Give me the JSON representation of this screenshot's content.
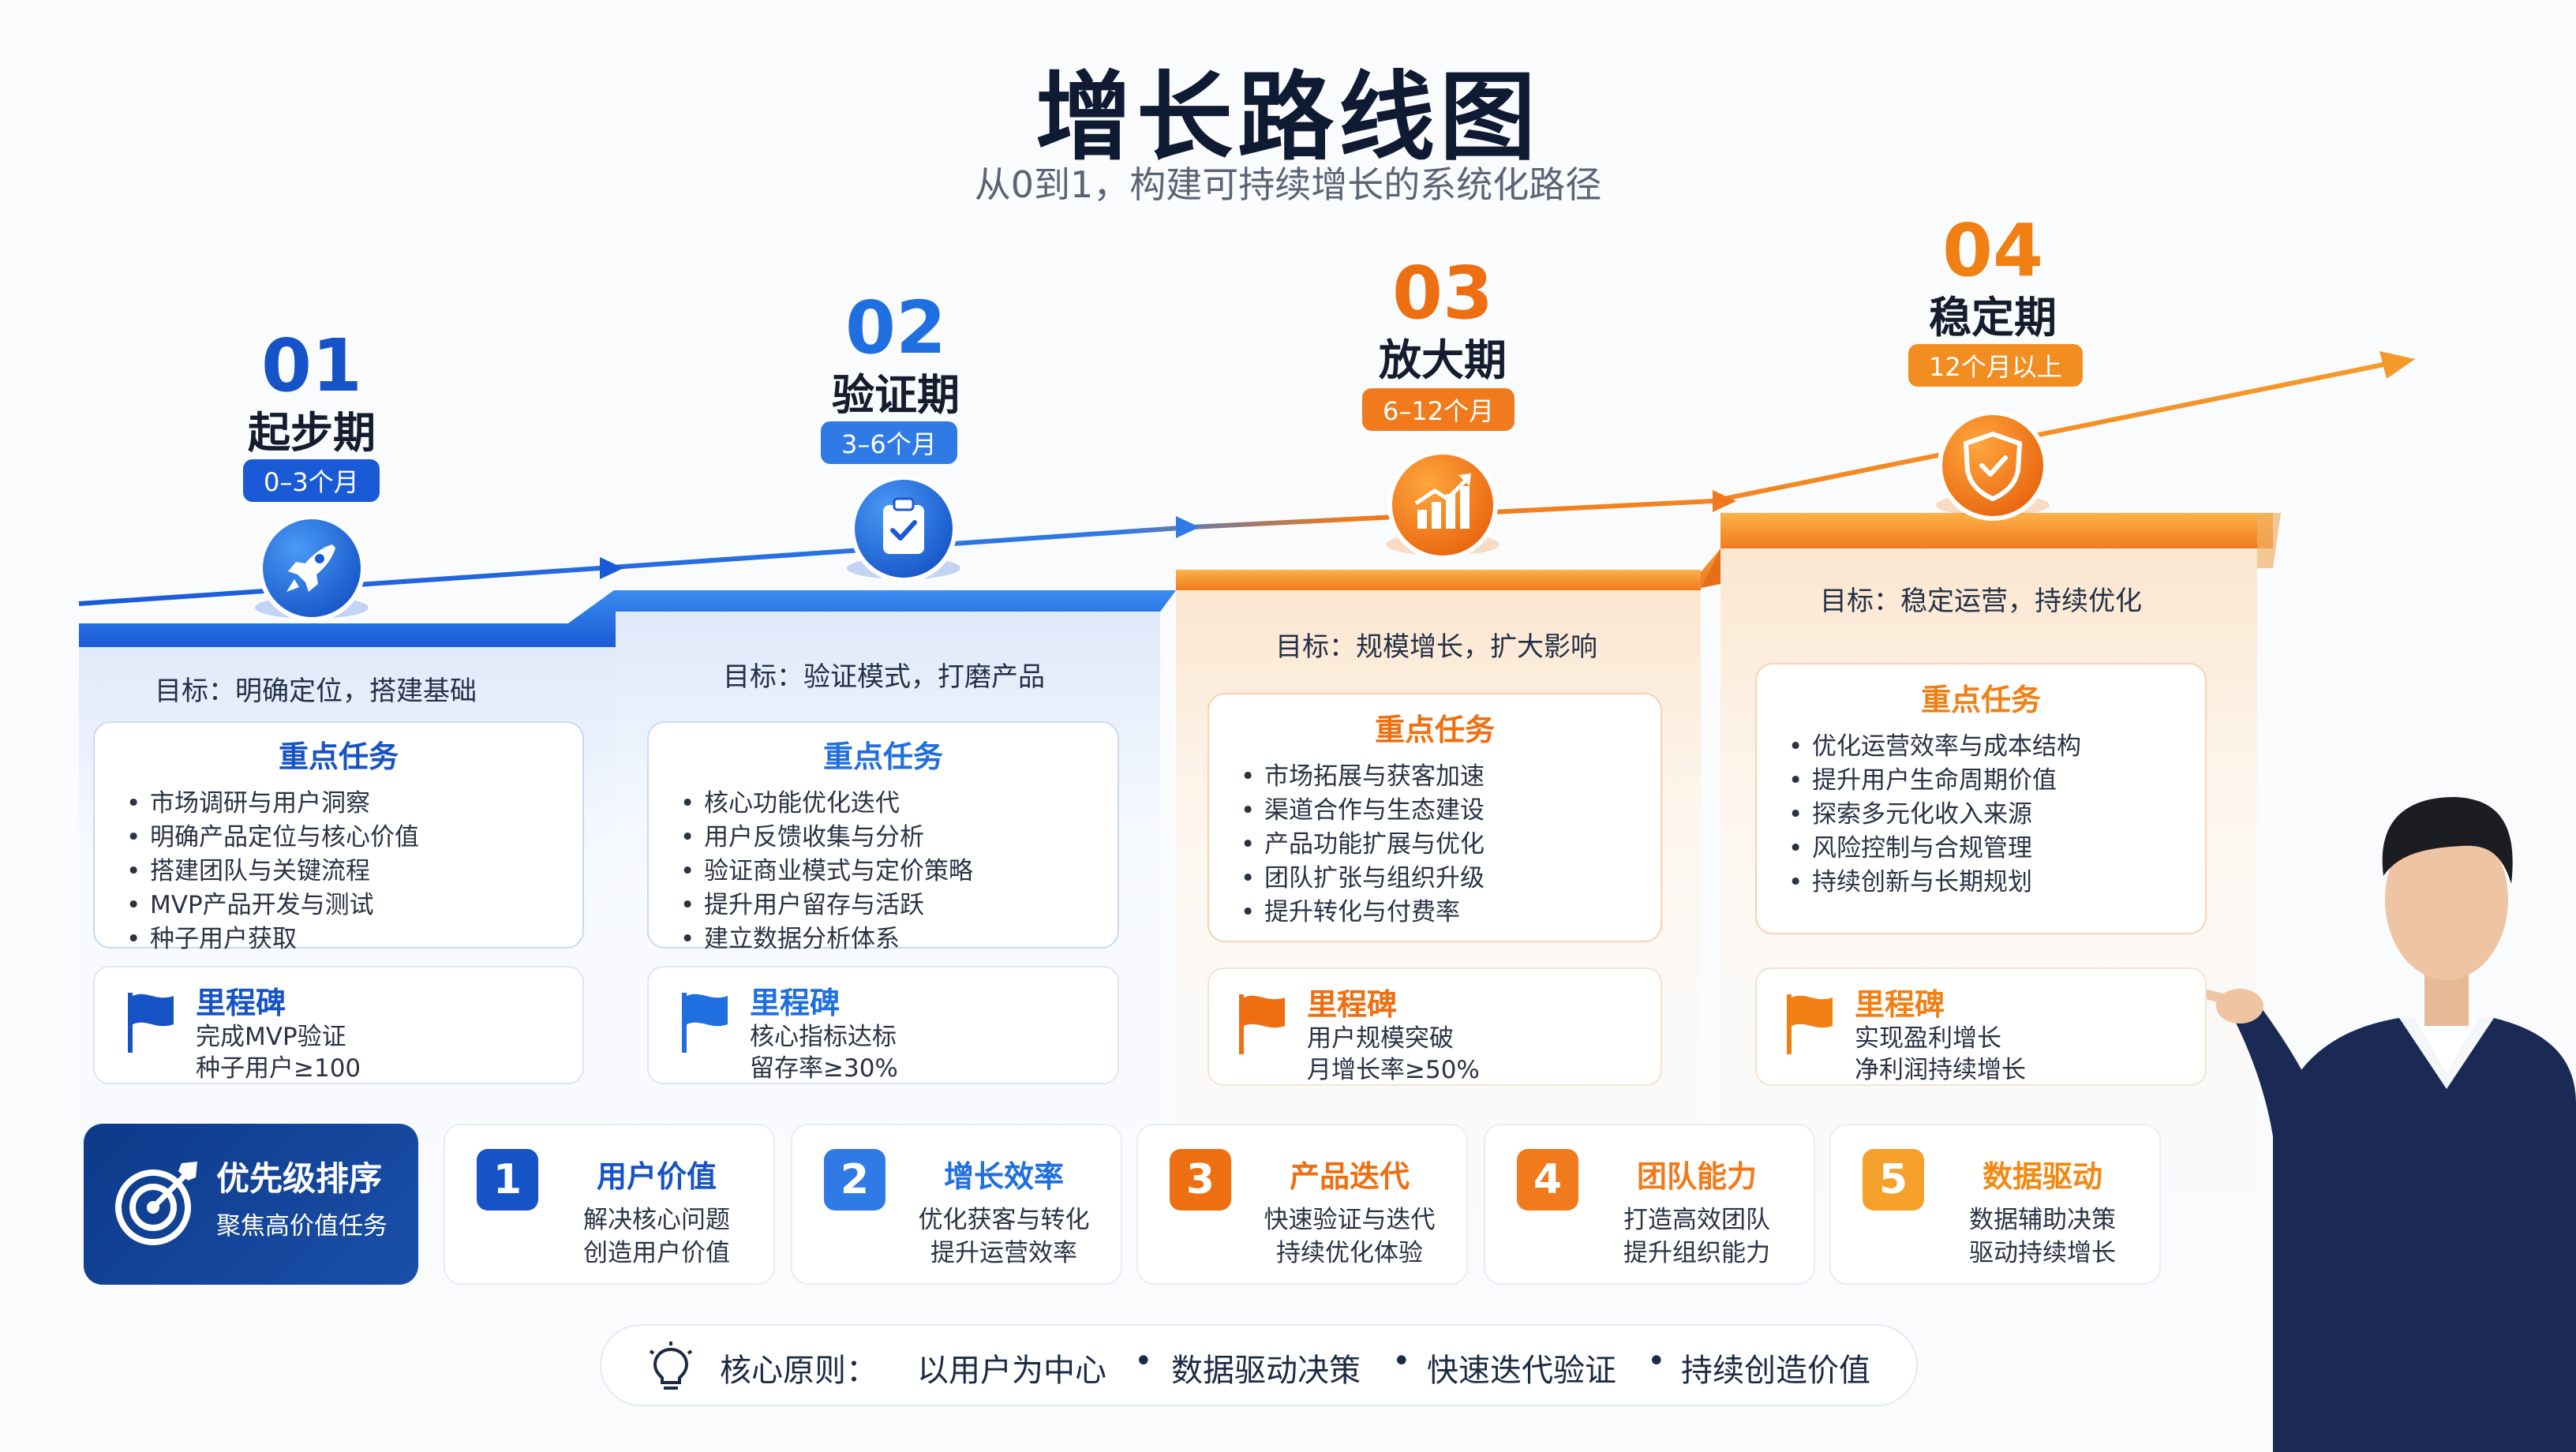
{
  "title": "增长路线图",
  "subtitle": "从0到1，构建可持续增长的系统化路径",
  "colors": {
    "blue": "#1a5ad7",
    "blue_light": "#2f7ae5",
    "orange": "#f07a1c",
    "orange_light": "#f59a2a",
    "navy": "#0d3a8a"
  },
  "stages": [
    {
      "num": "01",
      "name": "起步期",
      "period": "0–3个月",
      "goal": "目标：明确定位，搭建基础",
      "icon": "rocket-icon",
      "tasks_title": "重点任务",
      "tasks": [
        "市场调研与用户洞察",
        "明确产品定位与核心价值",
        "搭建团队与关键流程",
        "MVP产品开发与测试",
        "种子用户获取"
      ],
      "milestone_title": "里程碑",
      "milestones": [
        "完成MVP验证",
        "种子用户≥100"
      ]
    },
    {
      "num": "02",
      "name": "验证期",
      "period": "3–6个月",
      "goal": "目标：验证模式，打磨产品",
      "icon": "clipboard-check-icon",
      "tasks_title": "重点任务",
      "tasks": [
        "核心功能优化迭代",
        "用户反馈收集与分析",
        "验证商业模式与定价策略",
        "提升用户留存与活跃",
        "建立数据分析体系"
      ],
      "milestone_title": "里程碑",
      "milestones": [
        "核心指标达标",
        "留存率≥30%"
      ]
    },
    {
      "num": "03",
      "name": "放大期",
      "period": "6–12个月",
      "goal": "目标：规模增长，扩大影响",
      "icon": "growth-chart-icon",
      "tasks_title": "重点任务",
      "tasks": [
        "市场拓展与获客加速",
        "渠道合作与生态建设",
        "产品功能扩展与优化",
        "团队扩张与组织升级",
        "提升转化与付费率"
      ],
      "milestone_title": "里程碑",
      "milestones": [
        "用户规模突破",
        "月增长率≥50%"
      ]
    },
    {
      "num": "04",
      "name": "稳定期",
      "period": "12个月以上",
      "goal": "目标：稳定运营，持续优化",
      "icon": "shield-check-icon",
      "tasks_title": "重点任务",
      "tasks": [
        "优化运营效率与成本结构",
        "提升用户生命周期价值",
        "探索多元化收入来源",
        "风险控制与合规管理",
        "持续创新与长期规划"
      ],
      "milestone_title": "里程碑",
      "milestones": [
        "实现盈利增长",
        "净利润持续增长"
      ]
    }
  ],
  "priority": {
    "title": "优先级排序",
    "subtitle": "聚焦高价值任务",
    "items": [
      {
        "n": "1",
        "title": "用户价值",
        "lines": [
          "解决核心问题",
          "创造用户价值"
        ]
      },
      {
        "n": "2",
        "title": "增长效率",
        "lines": [
          "优化获客与转化",
          "提升运营效率"
        ]
      },
      {
        "n": "3",
        "title": "产品迭代",
        "lines": [
          "快速验证与迭代",
          "持续优化体验"
        ]
      },
      {
        "n": "4",
        "title": "团队能力",
        "lines": [
          "打造高效团队",
          "提升组织能力"
        ]
      },
      {
        "n": "5",
        "title": "数据驱动",
        "lines": [
          "数据辅助决策",
          "驱动持续增长"
        ]
      }
    ]
  },
  "core": {
    "label": "核心原则：",
    "items": [
      "以用户为中心",
      "数据驱动决策",
      "快速迭代验证",
      "持续创造价值"
    ],
    "sep": "•"
  }
}
